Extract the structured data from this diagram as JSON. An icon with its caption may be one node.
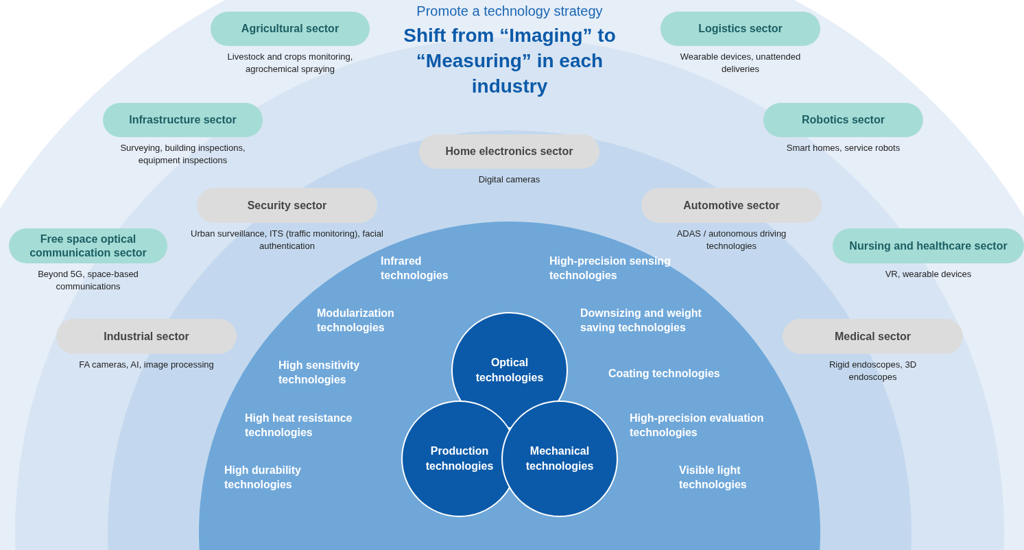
{
  "diagram": {
    "title": "Shift from “Imaging” to “Measuring” in each industry",
    "nodes": [
      {
        "text": [
          "Agricultural sector"
        ],
        "beside": [
          "Livestock and crops monitoring, agrochemical spraying"
        ]
      },
      {
        "text": [
          "Logistics sector"
        ],
        "beside": [
          "Wearable devices, unattended deliveries"
        ]
      },
      {
        "text": [
          "Infrastructure sector"
        ],
        "beside": [
          "Surveying, building inspections, equipment inspections"
        ]
      },
      {
        "text": [
          "Robotics sector"
        ],
        "beside": [
          "Smart homes, service robots"
        ]
      },
      {
        "text": [
          "Home electronics sector"
        ],
        "beside": [
          "Digital cameras"
        ]
      },
      {
        "text": [
          "Security sector"
        ],
        "beside": [
          "Urban surveillance, ITS (traffic monitoring), facial authentication"
        ]
      },
      {
        "text": [
          "Automotive sector"
        ],
        "beside": [
          "ADAS / autonomous driving technologies"
        ]
      },
      {
        "text": [
          "Free space optical communication sector"
        ],
        "beside": [
          "Beyond 5G, space-based communications"
        ]
      },
      {
        "text": [
          "Nursing and healthcare sector"
        ],
        "beside": [
          "VR, wearable devices"
        ]
      },
      {
        "text": [
          "Industrial sector"
        ],
        "beside": [
          "FA cameras, AI, image processing"
        ]
      },
      {
        "text": [
          "Medical sector"
        ],
        "beside": [
          "Rigid endoscopes, 3D endoscopes"
        ]
      },
      {
        "text": [
          "Optical technologies"
        ]
      },
      {
        "text": [
          "Production technologies"
        ]
      },
      {
        "text": [
          "Mechanical technologies"
        ]
      }
    ],
    "labels": [
      "Promote a technology strategy",
      "Infrared technologies",
      "High-precision sensing technologies",
      "Modularization technologies",
      "Downsizing and weight saving technologies",
      "High sensitivity technologies",
      "Coating technologies",
      "High heat resistance technologies",
      "High-precision evaluation technologies",
      "High durability technologies",
      "Visible light technologies"
    ]
  }
}
